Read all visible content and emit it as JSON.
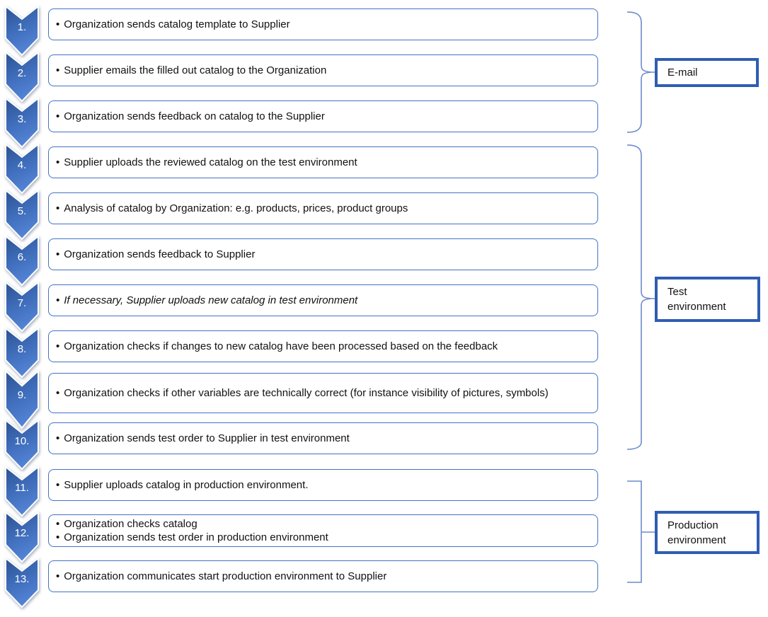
{
  "bullet": "•",
  "steps": [
    {
      "num": "1.",
      "lines": [
        "Organization sends catalog template to Supplier"
      ]
    },
    {
      "num": "2.",
      "lines": [
        "Supplier emails the filled out catalog to the Organization"
      ]
    },
    {
      "num": "3.",
      "lines": [
        "Organization sends feedback on catalog to the Supplier"
      ]
    },
    {
      "num": "4.",
      "lines": [
        "Supplier uploads the reviewed catalog on the test environment"
      ]
    },
    {
      "num": "5.",
      "lines": [
        "Analysis of catalog by Organization: e.g. products, prices, product groups"
      ]
    },
    {
      "num": "6.",
      "lines": [
        "Organization sends feedback to Supplier"
      ]
    },
    {
      "num": "7.",
      "lines": [
        "If necessary, Supplier uploads new catalog in test environment"
      ]
    },
    {
      "num": "8.",
      "lines": [
        "Organization checks if changes to new catalog have been processed based on the feedback"
      ]
    },
    {
      "num": "9.",
      "lines": [
        "Organization checks if other variables are technically correct (for instance visibility of pictures, symbols)"
      ]
    },
    {
      "num": "10.",
      "lines": [
        "Organization sends test order to Supplier in test environment"
      ]
    },
    {
      "num": "11.",
      "lines": [
        "Supplier uploads catalog in production environment."
      ]
    },
    {
      "num": "12.",
      "lines": [
        "Organization checks catalog",
        "Organization sends test order in production environment"
      ]
    },
    {
      "num": "13.",
      "lines": [
        "Organization communicates start production environment to Supplier"
      ]
    }
  ],
  "groups": [
    {
      "label": "E-mail"
    },
    {
      "label": "Test environment"
    },
    {
      "label": "Production environment"
    }
  ],
  "colors": {
    "chevron_dark": "#2C5191",
    "chevron_mid": "#3E6CB9",
    "chevron_light": "#5383D5",
    "step_box_border": "#4472C4",
    "label_box_border": "#2F5DB3",
    "bracket": "#6C8CCB"
  }
}
